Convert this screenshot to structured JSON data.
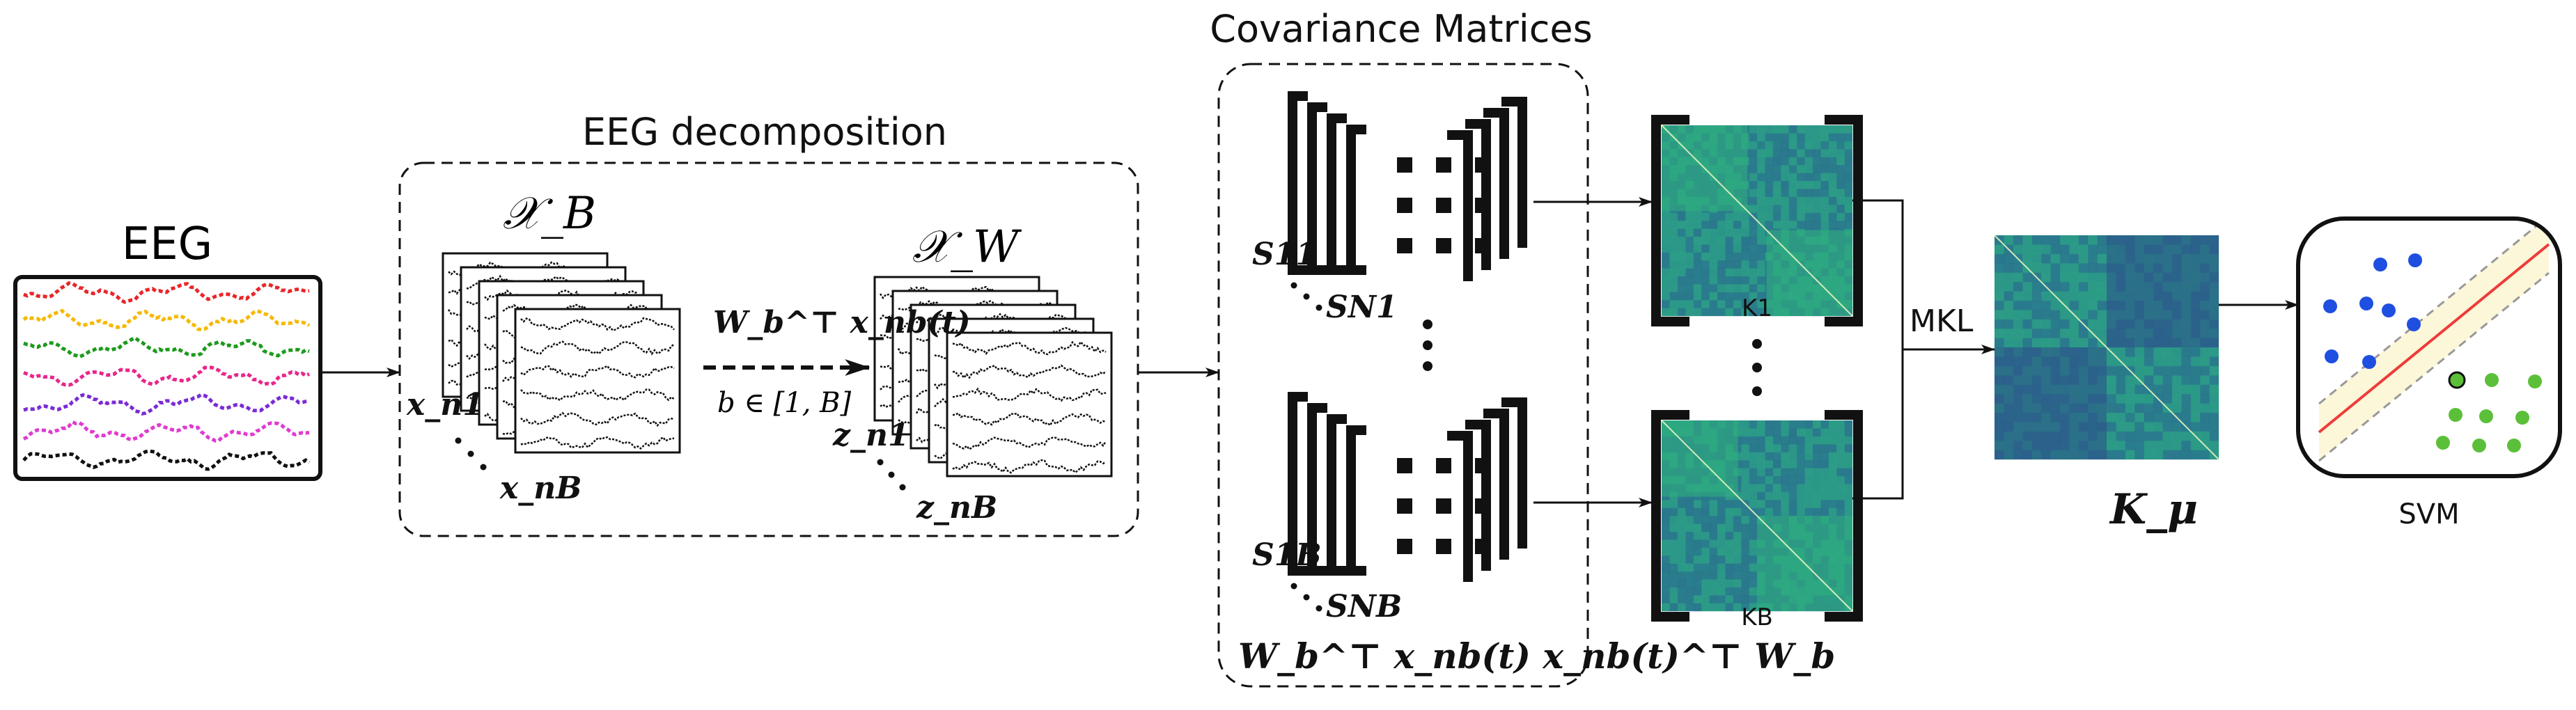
{
  "eeg": {
    "label": "EEG",
    "channel_colors": [
      "#e8262a",
      "#f5b800",
      "#1d9a1d",
      "#e8268a",
      "#7a2ad6",
      "#e03ad0",
      "#111111"
    ]
  },
  "decomposition": {
    "title": "EEG decomposition",
    "set_b": "𝒳_B",
    "set_w": "𝒳_W",
    "x_first": "x_n1",
    "x_last": "x_nB",
    "z_first": "z_n1",
    "z_last": "z_nB",
    "transform": "W_b^⊤ x_nb(t)",
    "band_range": "b ∈ [1, B]"
  },
  "covariance": {
    "title": "Covariance Matrices",
    "s_top_first": "S11",
    "s_top_last": "SN1",
    "s_bot_first": "S1B",
    "s_bot_last": "SNB",
    "formula": "W_b^⊤ x_nb(t) x_nb(t)^⊤ W_b"
  },
  "kernels": {
    "k_first": "K1",
    "k_last": "KB",
    "combined": "K_μ",
    "mkl_label": "MKL",
    "colors": {
      "base": "#2a8a8e",
      "block_dark": "#2c4f8a",
      "block_light": "#2fb37d"
    }
  },
  "svm": {
    "label": "SVM",
    "class_a_color": "#1f4fe0",
    "class_b_color": "#5cbf3a",
    "margin_color": "#fbf7d8",
    "hyperplane_color": "#ef3b3b"
  }
}
